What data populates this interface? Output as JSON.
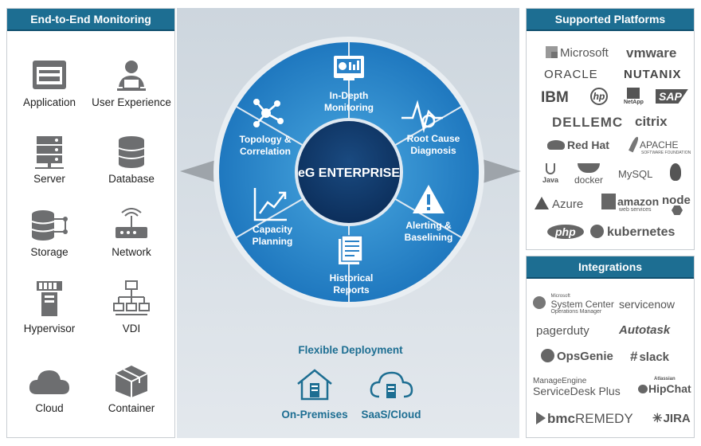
{
  "left": {
    "title": "End-to-End Monitoring",
    "items": [
      {
        "label": "Application",
        "icon": "application-icon"
      },
      {
        "label": "User Experience",
        "icon": "user-icon"
      },
      {
        "label": "Server",
        "icon": "server-icon"
      },
      {
        "label": "Database",
        "icon": "database-icon"
      },
      {
        "label": "Storage",
        "icon": "storage-icon"
      },
      {
        "label": "Network",
        "icon": "network-icon"
      },
      {
        "label": "Hypervisor",
        "icon": "hypervisor-icon"
      },
      {
        "label": "VDI",
        "icon": "vdi-icon"
      },
      {
        "label": "Cloud",
        "icon": "cloud-icon"
      },
      {
        "label": "Container",
        "icon": "container-icon"
      }
    ]
  },
  "center": {
    "hub": "eG ENTERPRISE",
    "segments": [
      {
        "label": "In-Depth\nMonitoring",
        "icon": "monitor-dashboard-icon"
      },
      {
        "label": "Root Cause\nDiagnosis",
        "icon": "pulse-target-icon"
      },
      {
        "label": "Alerting &\nBaselining",
        "icon": "warning-icon"
      },
      {
        "label": "Historical\nReports",
        "icon": "report-icon"
      },
      {
        "label": "Capacity\nPlanning",
        "icon": "growth-chart-icon"
      },
      {
        "label": "Topology &\nCorrelation",
        "icon": "topology-icon"
      }
    ],
    "deployment": {
      "title": "Flexible Deployment",
      "options": [
        {
          "label": "On-Premises",
          "icon": "house-server-icon"
        },
        {
          "label": "SaaS/Cloud",
          "icon": "cloud-server-icon"
        }
      ]
    }
  },
  "platforms": {
    "title": "Supported Platforms",
    "logos": [
      "Microsoft",
      "vmware",
      "ORACLE",
      "NUTANIX",
      "IBM",
      "hp",
      "NetApp",
      "SAP",
      "DELLEMC",
      "citrix",
      "Red Hat",
      "APACHE",
      "SOFTWARE FOUNDATION",
      "Java",
      "docker",
      "MySQL",
      "Azure",
      "amazon",
      "web services",
      "node",
      "php",
      "kubernetes"
    ]
  },
  "integrations": {
    "title": "Integrations",
    "logos": [
      "Microsoft",
      "System Center",
      "Operations Manager",
      "servicenow",
      "pagerduty",
      "Autotask",
      "OpsGenie",
      "slack",
      "ManageEngine",
      "ServiceDesk Plus",
      "Atlassian",
      "HipChat",
      "bmc",
      "REMEDY",
      "JIRA"
    ]
  }
}
